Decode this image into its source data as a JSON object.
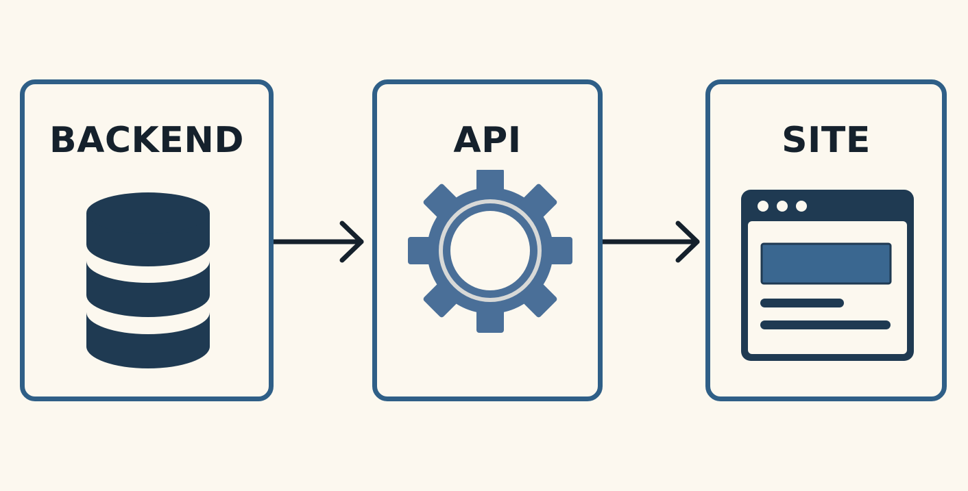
{
  "diagram": {
    "nodes": [
      {
        "id": "backend",
        "label": "BACKEND",
        "icon": "database-icon"
      },
      {
        "id": "api",
        "label": "API",
        "icon": "gear-icon"
      },
      {
        "id": "site",
        "label": "SITE",
        "icon": "browser-window-icon"
      }
    ],
    "edges": [
      {
        "from": "backend",
        "to": "api"
      },
      {
        "from": "api",
        "to": "site"
      }
    ],
    "colors": {
      "background": "#fcf8ef",
      "border": "#2f5f87",
      "dark_navy": "#1f3a52",
      "gear_blue": "#4a6f98",
      "panel_blue": "#3a6790",
      "text": "#15212c"
    }
  }
}
